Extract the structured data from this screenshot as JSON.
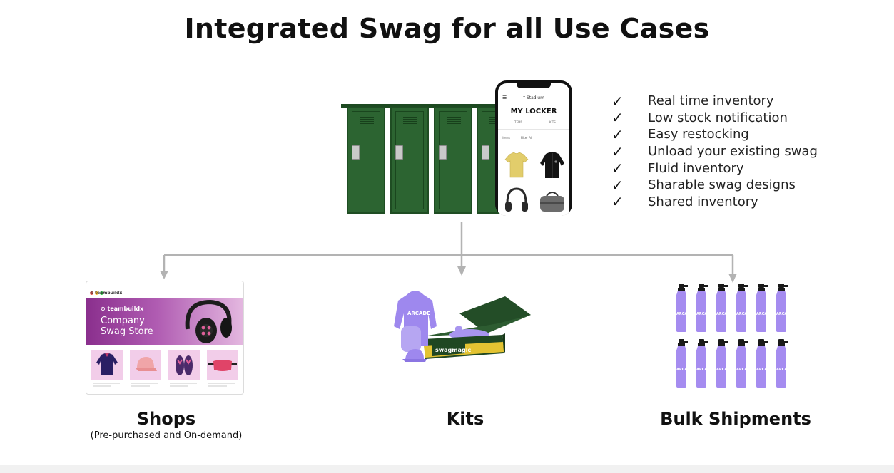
{
  "title": "Integrated Swag for all Use Cases",
  "features": [
    {
      "check": "✓",
      "text": "Real time inventory"
    },
    {
      "check": "✓",
      "text": "Low stock notification"
    },
    {
      "check": "✓",
      "text": "Easy restocking"
    },
    {
      "check": "✓",
      "text": "Unload your existing swag"
    },
    {
      "check": "✓",
      "text": "Fluid inventory"
    },
    {
      "check": "✓",
      "text": "Sharable swag designs"
    },
    {
      "check": "✓",
      "text": "Shared inventory"
    }
  ],
  "phone": {
    "menu_icon": "hamburger-icon",
    "brand": "‡ Stadium",
    "title": "MY LOCKER",
    "tab_items": "ITEMS",
    "tab_kits": "KITS",
    "filter_label": "Items",
    "filter_value": "Filter All"
  },
  "shop": {
    "brand": "⊙ teambuildx",
    "hero_brand": "⊙ teambuildx",
    "hero_line1": "Company",
    "hero_line2": "Swag Store",
    "dot_colors": [
      "#ff5f57",
      "#febc2e",
      "#28c840"
    ],
    "hero_color": "#9a3f9c",
    "product_tile_color": "#f2cde9"
  },
  "kit": {
    "box_brand": "swagmagic",
    "hoodie_text": "ARCADE"
  },
  "bottles": {
    "text": "ARCADE",
    "color": "#a58cf0",
    "cap_color": "#1a1a1a"
  },
  "colors": {
    "locker_green": "#2c6431",
    "connector_gray": "#b3b3b3"
  },
  "sections": [
    {
      "label": "Shops",
      "sublabel": "(Pre-purchased and On-demand)"
    },
    {
      "label": "Kits",
      "sublabel": ""
    },
    {
      "label": "Bulk Shipments",
      "sublabel": ""
    }
  ]
}
